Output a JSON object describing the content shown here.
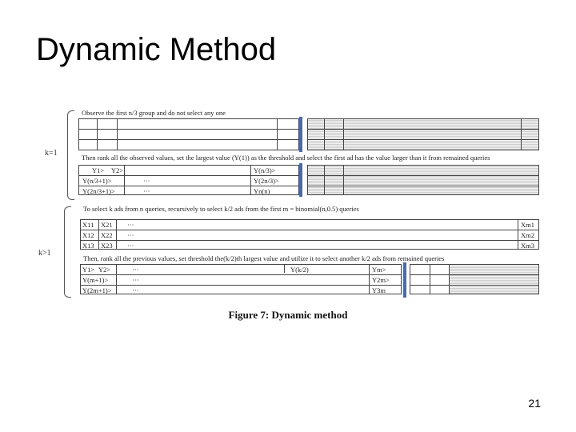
{
  "slide": {
    "title": "Dynamic Method",
    "page_number": "21"
  },
  "figure": {
    "caption_label": "Figure 7:",
    "caption_text": "Dynamic method",
    "k1": {
      "label": "k=1",
      "note1": "Observe the first n/3 group and do not select any one",
      "note2": "Then rank all the observed values, set the largest value (Y(1)) as the threshold and select the first ad has the value larger than it from remained queries",
      "rows": [
        {
          "c1": "Y1>",
          "c2": "Y2>",
          "c3": "",
          "c4": "Y(n/3)>"
        },
        {
          "c1": "Y(n/3+1)>",
          "c2": "",
          "c3": "···",
          "c4": "Y(2n/3)>"
        },
        {
          "c1": "Y(2n/3+1)>",
          "c2": "",
          "c3": "···",
          "c4": "Yn(n)"
        }
      ]
    },
    "kgt1": {
      "label": "k>1",
      "note1": "To select k ads from n queries, recursively to select k/2 ads from the first m = binomial(n,0.5) queries",
      "rows": [
        {
          "c1": "X11",
          "c2": "X21",
          "c3": "···",
          "c4": "Xm1"
        },
        {
          "c1": "X12",
          "c2": "X22",
          "c3": "···",
          "c4": "Xm2"
        },
        {
          "c1": "X13",
          "c2": "X23",
          "c3": "···",
          "c4": "Xm3"
        }
      ],
      "note2": "Then, rank all the previous values, set threshold the(k/2)th largest value and utilize it to select another k/2 ads from remained queries",
      "rows2": [
        {
          "c1": "Y1>",
          "c2": "Y2>",
          "c3": "···",
          "c4": "Y(k/2)",
          "c5": "Ym>"
        },
        {
          "c1": "Y(m+1)>",
          "c2": "",
          "c3": "···",
          "c4": "",
          "c5": "Y2m>"
        },
        {
          "c1": "Y(2m+1)>",
          "c2": "",
          "c3": "···",
          "c4": "",
          "c5": "Y3m"
        }
      ]
    }
  }
}
